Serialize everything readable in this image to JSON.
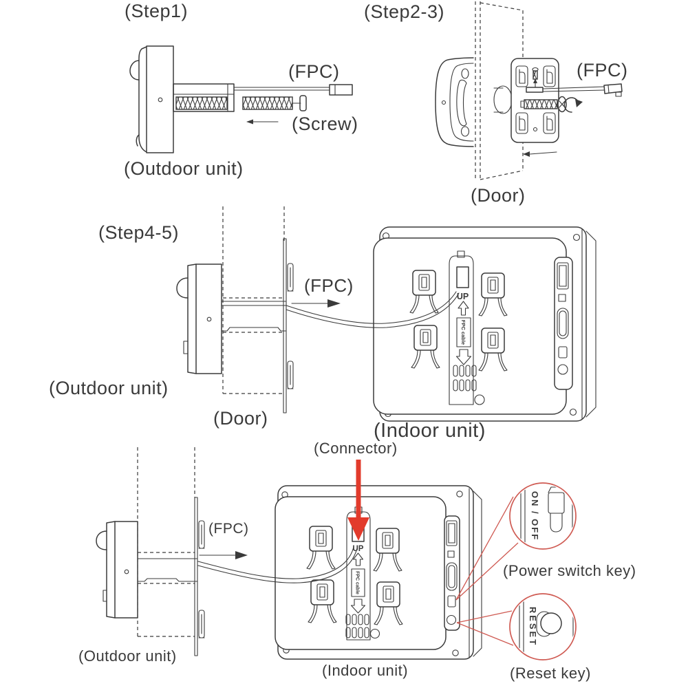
{
  "sections": {
    "step1": {
      "title": "(Step1)",
      "fpc_label": "(FPC)",
      "screw_label": "(Screw)",
      "outdoor_unit_label": "(Outdoor unit)"
    },
    "step2_3": {
      "title": "(Step2-3)",
      "fpc_label": "(FPC)",
      "door_label": "(Door)"
    },
    "step4_5": {
      "title": "(Step4-5)",
      "fpc_label": "(FPC)",
      "outdoor_unit_label": "(Outdoor unit)",
      "door_label": "(Door)",
      "indoor_unit_label": "(Indoor unit)"
    },
    "final": {
      "connector_label": "(Connector)",
      "fpc_label": "(FPC)",
      "outdoor_unit_label": "(Outdoor unit)",
      "indoor_unit_label": "(Indoor unit)",
      "power_switch_label": "(Power switch key)",
      "reset_key_label": "(Reset key)"
    }
  },
  "markings": {
    "up_mid": "UP",
    "up_bottom": "UP",
    "fpc_cable_mid": "FPC cable",
    "fpc_cable_bottom": "FPC cable",
    "on_off": "ON / OFF",
    "reset": "RESET"
  },
  "colors": {
    "bg": "#ffffff",
    "line": "#3a3a3a",
    "text": "#3a3a3a",
    "red": "#e23b2c",
    "callout": "#cf5a52"
  }
}
